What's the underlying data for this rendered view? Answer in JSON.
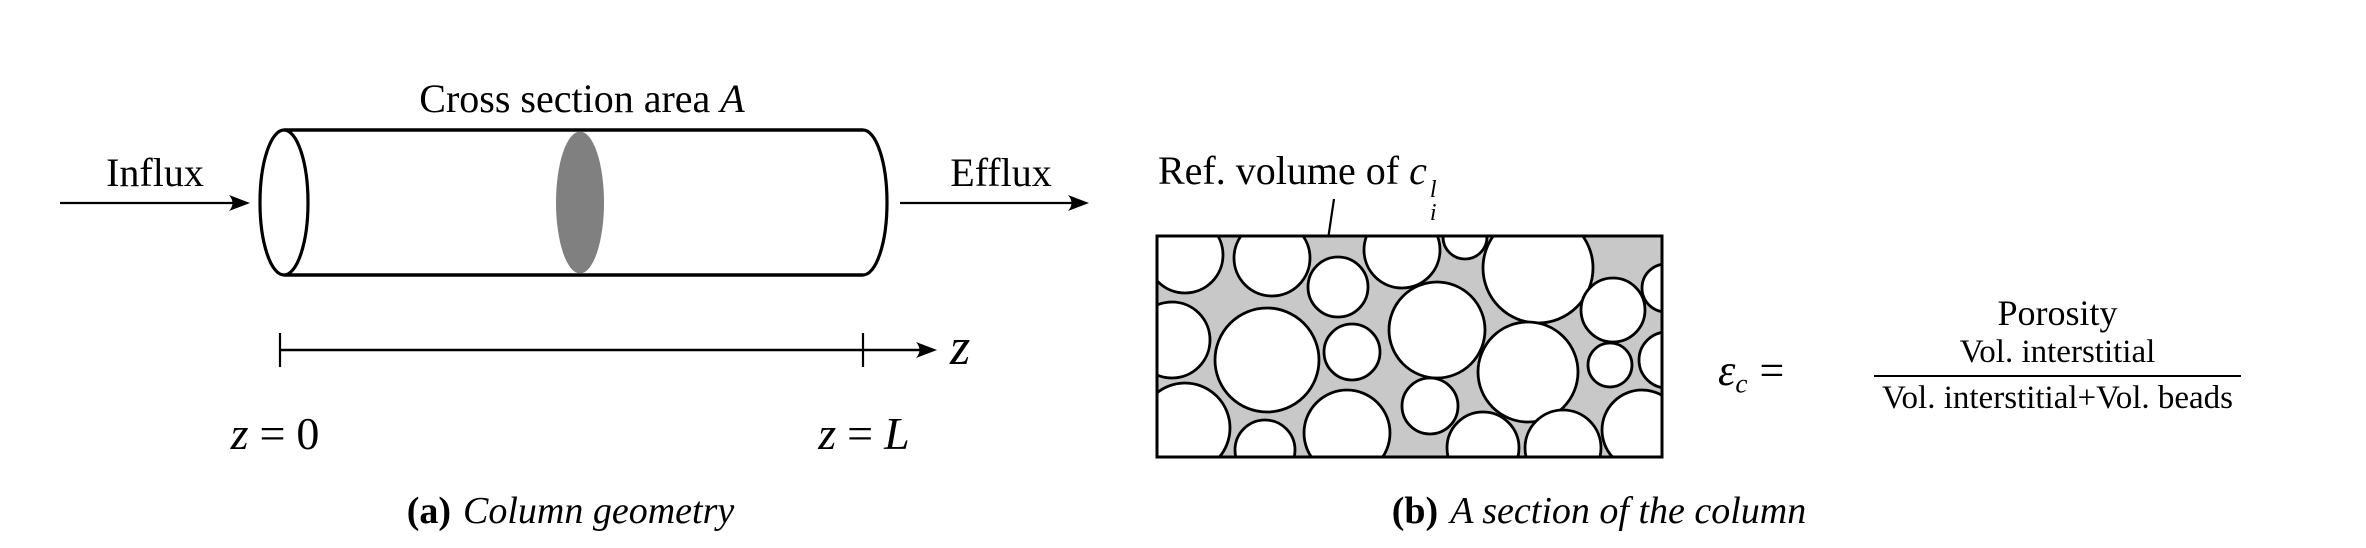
{
  "figure_a": {
    "cross_section_label": "Cross section area",
    "cross_section_var": "A",
    "influx_label": "Influx",
    "efflux_label": "Efflux",
    "axis_var": "z",
    "z_start": {
      "var": "z",
      "eq": "=",
      "val": "0"
    },
    "z_end": {
      "var": "z",
      "eq": "=",
      "val": "L"
    },
    "caption_tag": "(a)",
    "caption_text": "Column geometry"
  },
  "figure_b": {
    "ref_label": "Ref. volume of",
    "ref_var": "c",
    "ref_sup": "l",
    "ref_sub": "i",
    "equation": {
      "lhs_symbol": "ε",
      "lhs_sub": "c",
      "equals": "=",
      "over_label": "Porosity",
      "numerator": "Vol. interstitial",
      "denominator": "Vol. interstitial+Vol. beads"
    },
    "beads": {
      "circles": [
        [
          1185,
          255,
          38
        ],
        [
          1272,
          258,
          38
        ],
        [
          1338,
          287,
          30
        ],
        [
          1402,
          250,
          38
        ],
        [
          1465,
          237,
          22
        ],
        [
          1172,
          340,
          38
        ],
        [
          1267,
          360,
          52
        ],
        [
          1352,
          352,
          28
        ],
        [
          1437,
          330,
          48
        ],
        [
          1538,
          268,
          55
        ],
        [
          1613,
          310,
          32
        ],
        [
          1666,
          288,
          24
        ],
        [
          1610,
          365,
          22
        ],
        [
          1667,
          360,
          28
        ],
        [
          1528,
          372,
          50
        ],
        [
          1430,
          406,
          28
        ],
        [
          1185,
          428,
          45
        ],
        [
          1265,
          450,
          30
        ],
        [
          1347,
          433,
          43
        ],
        [
          1483,
          448,
          36
        ],
        [
          1563,
          448,
          38
        ],
        [
          1642,
          430,
          40
        ]
      ]
    },
    "caption_tag": "(b)",
    "caption_text": "A section of the column"
  },
  "colors": {
    "line_black": "#000000",
    "cross_section_gray": "#808080",
    "interstitial_gray": "#c8c8c8",
    "bead_white": "#ffffff",
    "background": "#ffffff"
  }
}
